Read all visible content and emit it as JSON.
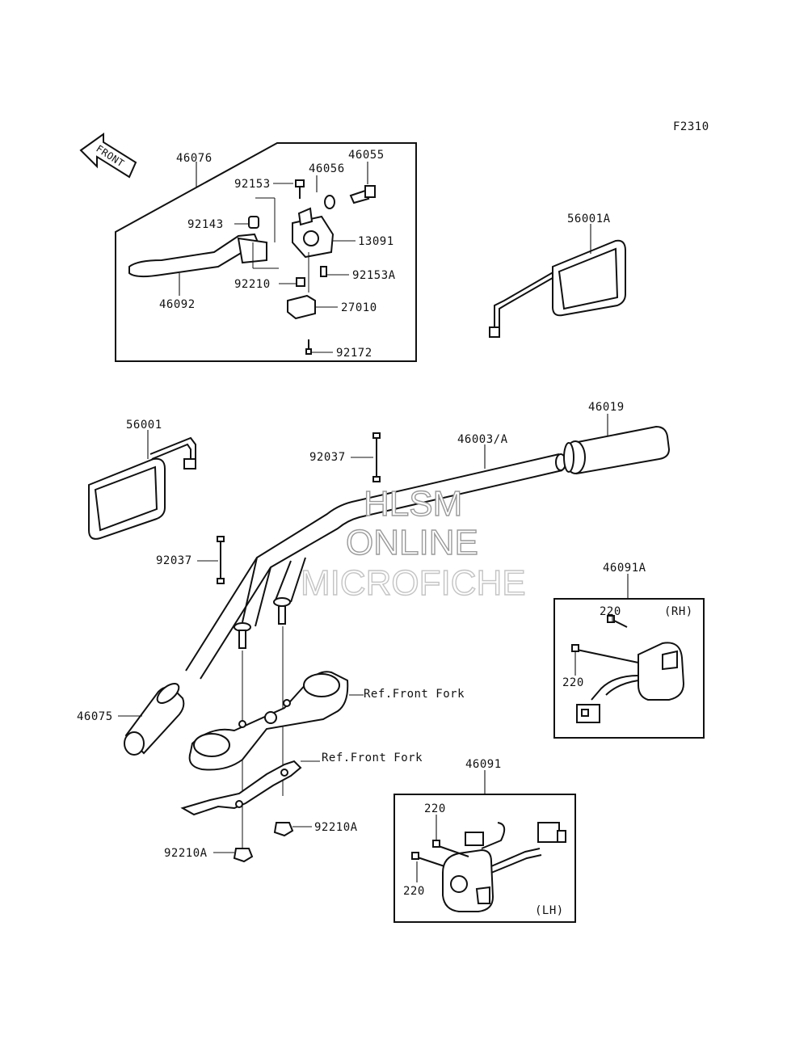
{
  "figure_code": "F2310",
  "front_arrow": "FRONT",
  "watermark": {
    "line1": "HLSM",
    "line2": "ONLINE",
    "line3": "MICROFICHE"
  },
  "parts": {
    "p46076": "46076",
    "p46055": "46055",
    "p46056": "46056",
    "p92153": "92153",
    "p92143": "92143",
    "p13091": "13091",
    "p92153A": "92153A",
    "p92210": "92210",
    "p46092": "46092",
    "p27010": "27010",
    "p92172": "92172",
    "p56001A": "56001A",
    "p56001": "56001",
    "p46019": "46019",
    "p46003": "46003/A",
    "p92037a": "92037",
    "p92037b": "92037",
    "p46091A": "46091A",
    "p220a": "220",
    "p220b": "220",
    "p46075": "46075",
    "ref1": "Ref.Front Fork",
    "ref2": "Ref.Front Fork",
    "p46091": "46091",
    "p220c": "220",
    "p220d": "220",
    "p92210Ab": "92210A",
    "p92210Aa": "92210A"
  },
  "side_rh": "(RH)",
  "side_lh": "(LH)"
}
